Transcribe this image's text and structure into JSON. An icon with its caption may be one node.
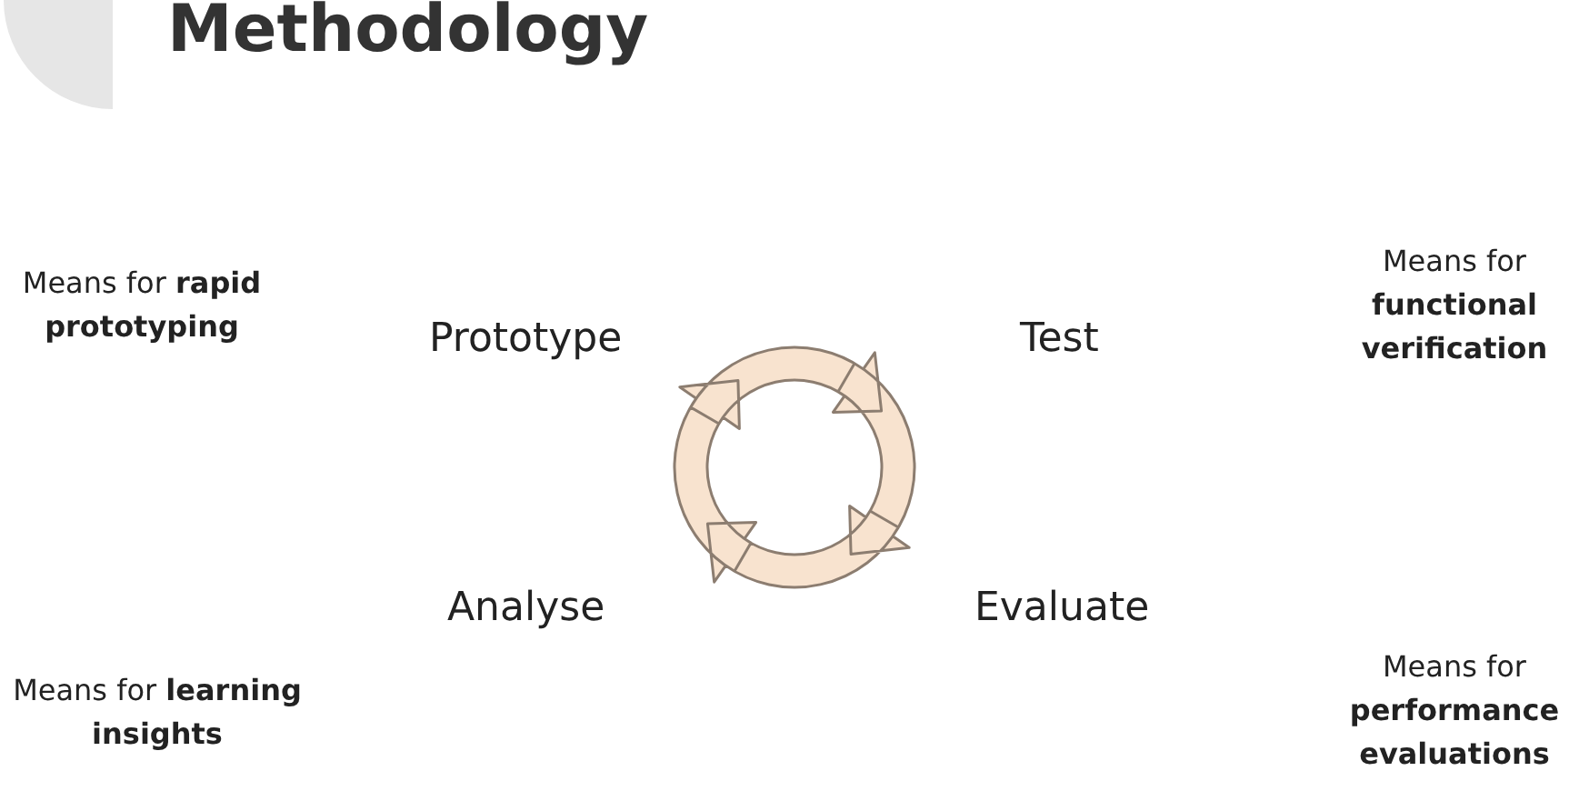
{
  "diagram": {
    "title": "Methodology",
    "labels": [
      "Means for **rapid prototyping**",
      "Prototype",
      "Test",
      "Means for **functional verification**",
      "Analyse",
      "Evaluate",
      "Means for **learning insights**",
      "Means for **performance evaluations**"
    ]
  }
}
